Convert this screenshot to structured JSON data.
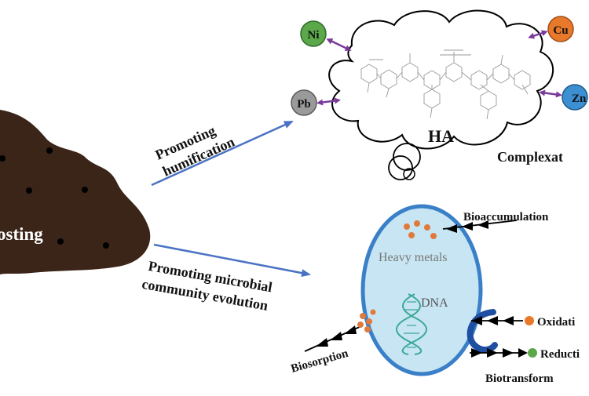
{
  "compost": {
    "label": "osting",
    "color": "#3b2418"
  },
  "arrows": {
    "humification": {
      "line1": "Promoting",
      "line2": "humification"
    },
    "microbial": {
      "line1": "Promoting microbial",
      "line2": "community evolution"
    },
    "color": "#4a72c4"
  },
  "complexation": {
    "cloud_label": "HA",
    "side_label": "Complexat",
    "metals": [
      {
        "symbol": "Ni",
        "color": "#5aa84a"
      },
      {
        "symbol": "Cu",
        "color": "#e8782a"
      },
      {
        "symbol": "Pb",
        "color": "#9a9a9a"
      },
      {
        "symbol": "Zn",
        "color": "#3c8fd0"
      }
    ],
    "arrow_color": "#7a3a9a"
  },
  "cell": {
    "heavy_metals_label": "Heavy metals",
    "dna_label": "DNA",
    "fill": "#c7e5f2",
    "stroke": "#3a80c8"
  },
  "processes": {
    "bioaccumulation": "Bioaccumulation",
    "biosorption": "Biosorption",
    "oxidation": "Oxidati",
    "reduction": "Reducti",
    "biotransformation": "Biotransform"
  }
}
